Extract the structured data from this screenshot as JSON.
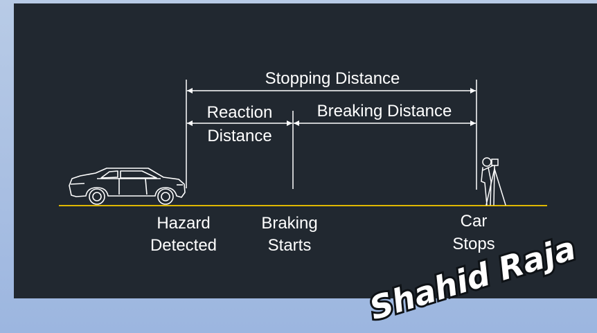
{
  "diagram": {
    "stopping_distance": "Stopping Distance",
    "reaction_distance_line1": "Reaction",
    "reaction_distance_line2": "Distance",
    "breaking_distance": "Breaking Distance",
    "hazard_line1": "Hazard",
    "hazard_line2": "Detected",
    "braking_line1": "Braking",
    "braking_line2": "Starts",
    "car_line1": "Car",
    "car_line2": "Stops"
  },
  "watermark": {
    "text": "Shahid Raja"
  },
  "colors": {
    "panel_background": "#212830",
    "page_background": "#a9bfe2",
    "lines": "#ffffff",
    "ground": "#e0b800"
  },
  "icons": [
    "car-icon",
    "surveyor-icon"
  ]
}
